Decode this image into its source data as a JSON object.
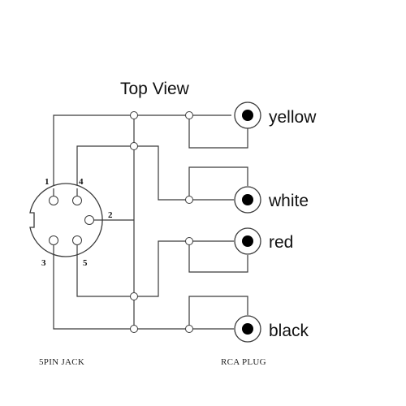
{
  "title": "Top View",
  "jack": {
    "caption": "5PIN JACK",
    "pins": [
      "1",
      "4",
      "2",
      "3",
      "5"
    ]
  },
  "plug": {
    "caption": "RCA PLUG",
    "connectors": [
      {
        "label": "yellow"
      },
      {
        "label": "white"
      },
      {
        "label": "red"
      },
      {
        "label": "black"
      }
    ]
  }
}
